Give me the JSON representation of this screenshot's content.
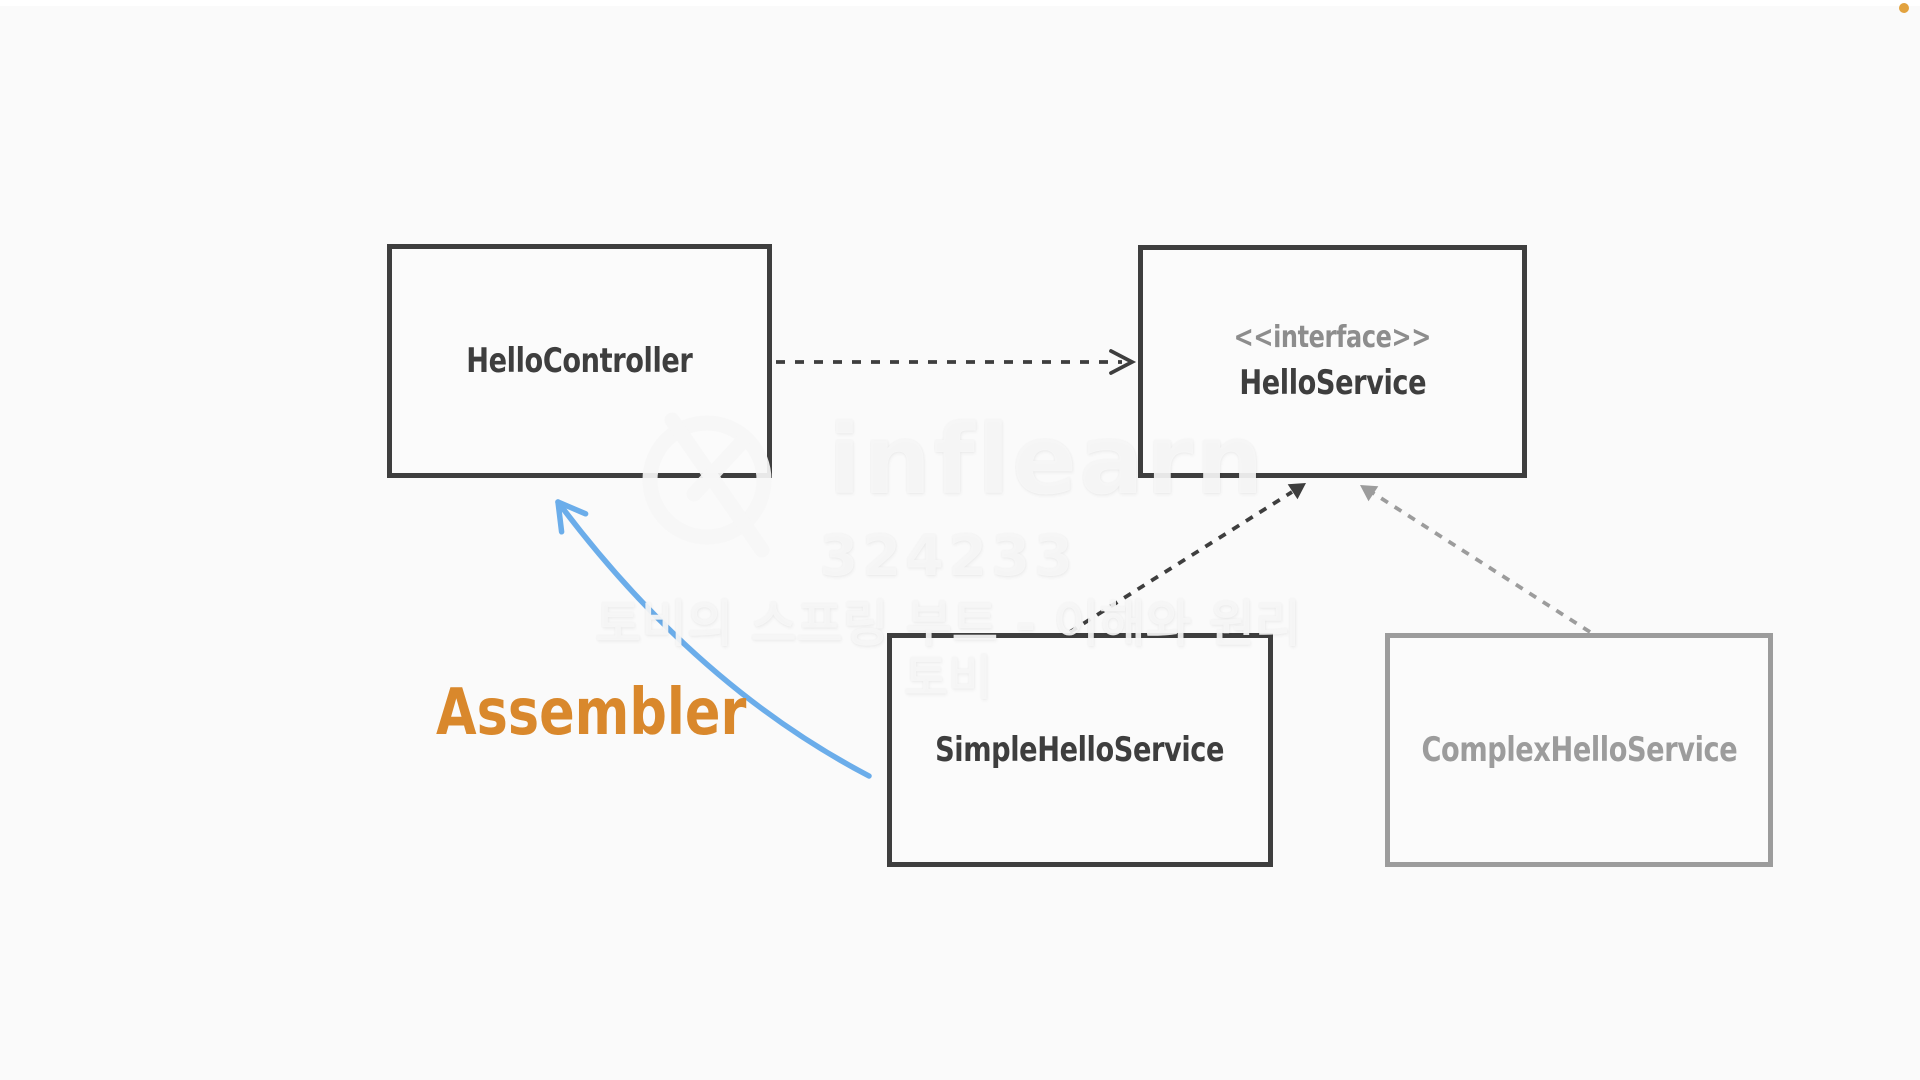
{
  "canvas": {
    "background": "#fafafa",
    "top_strip_color": "#ffffff"
  },
  "diagram": {
    "boxes": {
      "hello_controller": {
        "label": "HelloController"
      },
      "hello_service": {
        "stereotype": "<<interface>>",
        "label": "HelloService"
      },
      "simple_hello_service": {
        "label": "SimpleHelloService"
      },
      "complex_hello_service": {
        "label": "ComplexHelloService"
      }
    },
    "edges": [
      {
        "from": "HelloController",
        "to": "HelloService",
        "style": "dashed",
        "head": "open-arrow",
        "color": "#3e3e3e"
      },
      {
        "from": "SimpleHelloService",
        "to": "HelloService",
        "style": "dashed",
        "head": "solid-triangle",
        "color": "#3e3e3e"
      },
      {
        "from": "ComplexHelloService",
        "to": "HelloService",
        "style": "dashed",
        "head": "solid-triangle",
        "color": "#9c9c9c"
      },
      {
        "from": "SimpleHelloService",
        "to": "HelloController",
        "style": "solid-curve",
        "head": "open-arrow",
        "color": "#6badea"
      }
    ],
    "annotation": {
      "label": "Assembler",
      "color": "#d9882c"
    },
    "colors": {
      "box_border": "#3e3e3e",
      "box_border_muted": "#9c9c9c",
      "label_text": "#3e3e3e",
      "stereotype_text": "#8d8d8d",
      "accent_orange": "#d9882c",
      "accent_blue": "#6badea"
    }
  },
  "watermark": {
    "brand": "inflearn",
    "user_id": "324233",
    "course_title": "토비의 스프링 부트 - 이해와 원리",
    "author": "토비"
  },
  "misc": {
    "corner_dot_color": "#e2a23e"
  }
}
